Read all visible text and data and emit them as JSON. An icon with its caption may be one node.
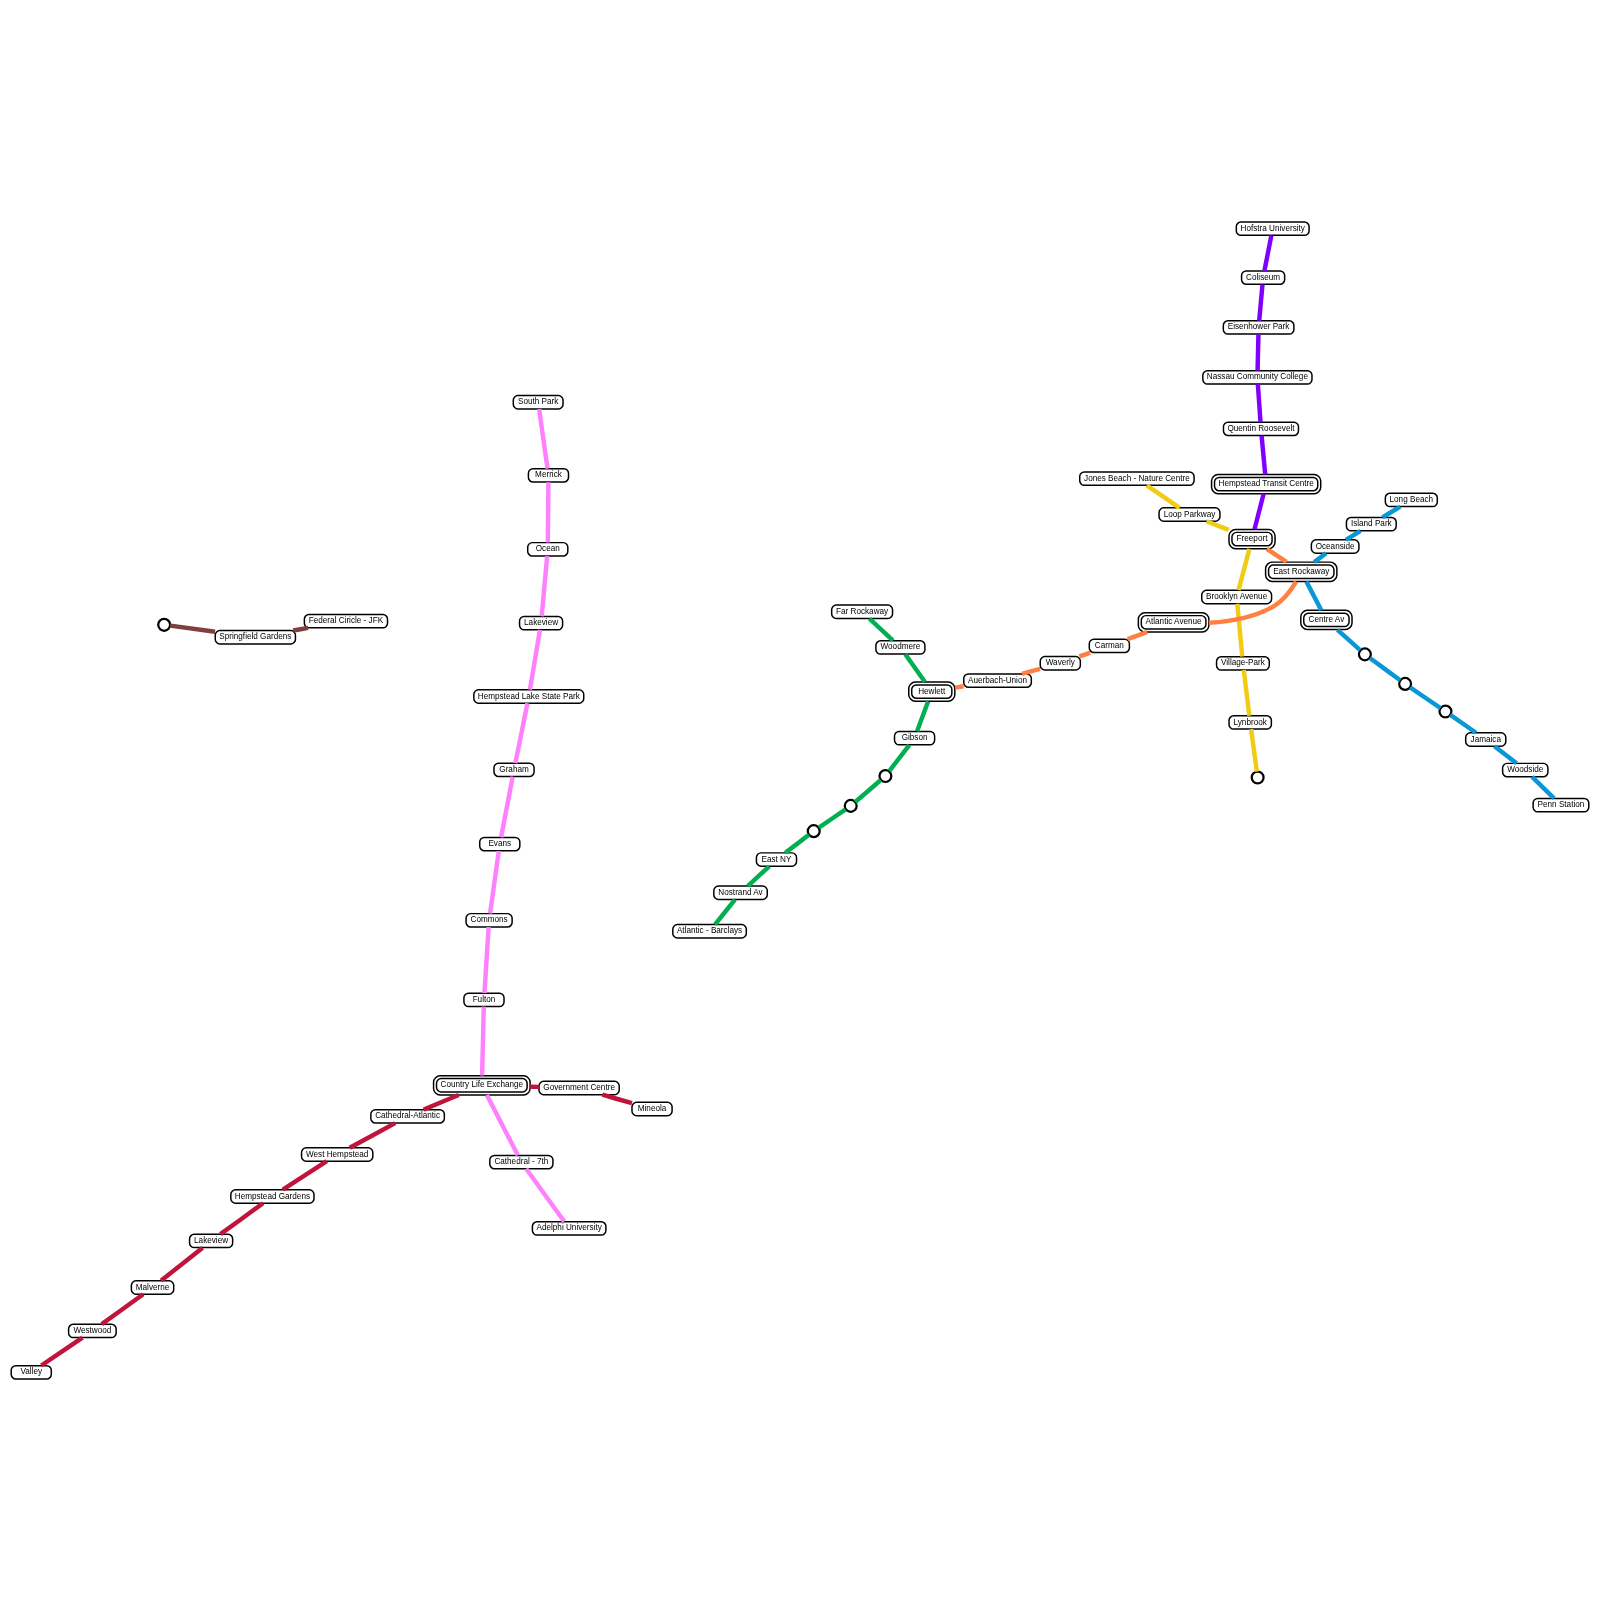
{
  "diagram": {
    "nodes": [
      {
        "text": [
          "Penn Station"
        ]
      },
      {
        "text": [
          "Woodside"
        ]
      },
      {
        "text": [
          "Jamaica"
        ]
      },
      {
        "text": [],
        "shape": "circle"
      },
      {
        "text": [],
        "shape": "circle"
      },
      {
        "text": [],
        "shape": "circle"
      },
      {
        "text": [
          "Valley"
        ]
      },
      {
        "text": [],
        "shape": "circle"
      },
      {
        "text": [],
        "shape": "circle"
      },
      {
        "text": [],
        "shape": "circle"
      },
      {
        "text": [],
        "shape": "circle"
      },
      {
        "text": [
          "Atlantic - Barclays"
        ]
      },
      {
        "text": [
          "Nostrand Av"
        ]
      },
      {
        "text": [
          "East NY"
        ]
      },
      {
        "text": [
          "Federal Ciricle - JFK"
        ]
      },
      {
        "text": [
          "Springfield Gardens"
        ]
      },
      {
        "text": [
          "Westwood"
        ]
      },
      {
        "text": [
          "Malverne"
        ]
      },
      {
        "text": [
          "Lakeview"
        ]
      },
      {
        "text": [
          "Hempstead Gardens"
        ]
      },
      {
        "text": [
          "West Hempstead"
        ]
      },
      {
        "text": [
          "Cathedral-Atlantic"
        ]
      },
      {
        "text": [
          "Country Life Exchange"
        ]
      },
      {
        "text": [
          "Government Centre"
        ]
      },
      {
        "text": [
          "Mineola"
        ]
      },
      {
        "text": [
          "Lynbrook"
        ]
      },
      {
        "text": [],
        "shape": "circle"
      },
      {
        "text": [
          "Village-Park"
        ]
      },
      {
        "text": [
          "Brooklyn Avenue"
        ]
      },
      {
        "text": [
          "Freeport"
        ]
      },
      {
        "text": [
          "Loop Parkway"
        ]
      },
      {
        "text": [
          "Jones Beach - Nature Centre"
        ]
      },
      {
        "text": [
          "Centre Av"
        ]
      },
      {
        "text": [
          "East Rockaway"
        ]
      },
      {
        "text": [
          "Oceanside"
        ]
      },
      {
        "text": [
          "Island Park"
        ]
      },
      {
        "text": [
          "Long Beach"
        ]
      },
      {
        "text": [
          "Gibson"
        ]
      },
      {
        "text": [
          "Hewlett"
        ]
      },
      {
        "text": [
          "Woodmere"
        ]
      },
      {
        "text": [
          "Far Rockaway"
        ]
      },
      {
        "text": [
          "Auerbach-Union"
        ]
      },
      {
        "text": [
          "Waverly"
        ]
      },
      {
        "text": [
          "Carman"
        ]
      },
      {
        "text": [
          "Atlantic Avenue"
        ]
      },
      {
        "text": [
          "Adelphi University"
        ]
      },
      {
        "text": [
          "Cathedral - 7th"
        ]
      },
      {
        "text": [
          "Fulton"
        ]
      },
      {
        "text": [
          "Commons"
        ]
      },
      {
        "text": [
          "Evans"
        ]
      },
      {
        "text": [
          "Graham"
        ]
      },
      {
        "text": [
          "Hempstead Lake State Park"
        ]
      },
      {
        "text": [
          "Lakeview"
        ]
      },
      {
        "text": [
          "Ocean"
        ]
      },
      {
        "text": [
          "Merrick"
        ]
      },
      {
        "text": [
          "South Park"
        ]
      },
      {
        "text": [
          "Hempstead Transit Centre"
        ]
      },
      {
        "text": [
          "Quentin Roosevelt"
        ]
      },
      {
        "text": [
          "Nassau Community College"
        ]
      },
      {
        "text": [
          "Eisenhower Park"
        ]
      },
      {
        "text": [
          "Coliseum"
        ]
      },
      {
        "text": [
          "Hofstra University"
        ]
      }
    ],
    "edges": [
      {
        "from": 0,
        "to": 1,
        "arrow": "none",
        "color": "#0997d6"
      },
      {
        "from": 1,
        "to": 2,
        "arrow": "none",
        "color": "#0997d6"
      },
      {
        "from": 2,
        "to": 4,
        "arrow": "none",
        "color": "#0997d6"
      },
      {
        "from": 4,
        "to": 8,
        "arrow": "none",
        "color": "#0997d6"
      },
      {
        "from": 8,
        "to": 26,
        "arrow": "none",
        "color": "#0997d6"
      },
      {
        "from": 26,
        "to": 32,
        "arrow": "none",
        "color": "#0997d6"
      },
      {
        "from": 32,
        "to": 33,
        "arrow": "none",
        "color": "#0997d6"
      },
      {
        "from": 33,
        "to": 34,
        "arrow": "none",
        "color": "#0997d6"
      },
      {
        "from": 34,
        "to": 35,
        "arrow": "none",
        "color": "#0997d6"
      },
      {
        "from": 35,
        "to": 36,
        "arrow": "none",
        "color": "#0997d6"
      },
      {
        "from": 11,
        "to": 12,
        "arrow": "none",
        "color": "#00b050"
      },
      {
        "from": 12,
        "to": 13,
        "arrow": "none",
        "color": "#00b050"
      },
      {
        "from": 13,
        "to": 3,
        "arrow": "none",
        "color": "#00b050"
      },
      {
        "from": 3,
        "to": 5,
        "arrow": "none",
        "color": "#00b050"
      },
      {
        "from": 5,
        "to": 9,
        "arrow": "none",
        "color": "#00b050"
      },
      {
        "from": 9,
        "to": 37,
        "arrow": "none",
        "color": "#00b050"
      },
      {
        "from": 37,
        "to": 38,
        "arrow": "none",
        "color": "#00b050"
      },
      {
        "from": 38,
        "to": 39,
        "arrow": "none",
        "color": "#00b050"
      },
      {
        "from": 39,
        "to": 40,
        "arrow": "none",
        "color": "#00b050"
      },
      {
        "from": 14,
        "to": 15,
        "arrow": "none",
        "color": "#7f3f3f"
      },
      {
        "from": 15,
        "to": 10,
        "arrow": "none",
        "color": "#7f3f3f"
      },
      {
        "from": 6,
        "to": 16,
        "arrow": "none",
        "color": "#c0143c"
      },
      {
        "from": 16,
        "to": 17,
        "arrow": "none",
        "color": "#c0143c"
      },
      {
        "from": 17,
        "to": 18,
        "arrow": "none",
        "color": "#c0143c"
      },
      {
        "from": 18,
        "to": 19,
        "arrow": "none",
        "color": "#c0143c"
      },
      {
        "from": 19,
        "to": 20,
        "arrow": "none",
        "color": "#c0143c"
      },
      {
        "from": 20,
        "to": 21,
        "arrow": "none",
        "color": "#c0143c"
      },
      {
        "from": 21,
        "to": 22,
        "arrow": "none",
        "color": "#c0143c"
      },
      {
        "from": 22,
        "to": 23,
        "arrow": "none",
        "color": "#c0143c"
      },
      {
        "from": 23,
        "to": 24,
        "arrow": "none",
        "color": "#c0143c"
      },
      {
        "from": 7,
        "to": 25,
        "arrow": "none",
        "color": "#f0cc14"
      },
      {
        "from": 25,
        "to": 27,
        "arrow": "none",
        "color": "#f0cc14"
      },
      {
        "from": 27,
        "to": 28,
        "arrow": "none",
        "color": "#f0cc14"
      },
      {
        "from": 28,
        "to": 29,
        "arrow": "none",
        "color": "#f0cc14"
      },
      {
        "from": 29,
        "to": 30,
        "arrow": "none",
        "color": "#f0cc14"
      },
      {
        "from": 30,
        "to": 31,
        "arrow": "none",
        "color": "#f0cc14"
      },
      {
        "from": 38,
        "to": 41,
        "arrow": "none",
        "color": "#ff8040"
      },
      {
        "from": 41,
        "to": 42,
        "arrow": "none",
        "color": "#ff8040"
      },
      {
        "from": 42,
        "to": 43,
        "arrow": "none",
        "color": "#ff8040"
      },
      {
        "from": 43,
        "to": 44,
        "arrow": "none",
        "color": "#ff8040"
      },
      {
        "from": 44,
        "to": 33,
        "arrow": "none",
        "color": "#ff8040"
      },
      {
        "from": 33,
        "to": 29,
        "arrow": "none",
        "color": "#ff8040"
      },
      {
        "from": 45,
        "to": 46,
        "arrow": "none",
        "color": "#ff80ff"
      },
      {
        "from": 46,
        "to": 22,
        "arrow": "none",
        "color": "#ff80ff"
      },
      {
        "from": 22,
        "to": 47,
        "arrow": "none",
        "color": "#ff80ff"
      },
      {
        "from": 47,
        "to": 48,
        "arrow": "none",
        "color": "#ff80ff"
      },
      {
        "from": 48,
        "to": 49,
        "arrow": "none",
        "color": "#ff80ff"
      },
      {
        "from": 49,
        "to": 50,
        "arrow": "none",
        "color": "#ff80ff"
      },
      {
        "from": 50,
        "to": 51,
        "arrow": "none",
        "color": "#ff80ff"
      },
      {
        "from": 51,
        "to": 52,
        "arrow": "none",
        "color": "#ff80ff"
      },
      {
        "from": 52,
        "to": 53,
        "arrow": "none",
        "color": "#ff80ff"
      },
      {
        "from": 53,
        "to": 54,
        "arrow": "none",
        "color": "#ff80ff"
      },
      {
        "from": 54,
        "to": 55,
        "arrow": "none",
        "color": "#ff80ff"
      },
      {
        "from": 29,
        "to": 56,
        "arrow": "none",
        "color": "#8000ff"
      },
      {
        "from": 56,
        "to": 57,
        "arrow": "none",
        "color": "#8000ff"
      },
      {
        "from": 57,
        "to": 58,
        "arrow": "none",
        "color": "#8000ff"
      },
      {
        "from": 58,
        "to": 59,
        "arrow": "none",
        "color": "#8000ff"
      },
      {
        "from": 59,
        "to": 60,
        "arrow": "none",
        "color": "#8000ff"
      },
      {
        "from": 60,
        "to": 61,
        "arrow": "none",
        "color": "#8000ff"
      }
    ]
  }
}
